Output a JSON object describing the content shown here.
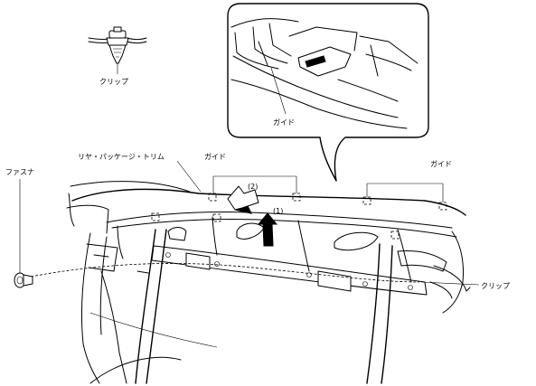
{
  "labels": {
    "clip_top": "クリップ",
    "guide_inset": "ガイド",
    "trim": "リヤ・パッケージ・トリム",
    "guide_left": "ガイド",
    "guide_right": "ガイド",
    "fastener": "ファスナ",
    "clip_right": "クリップ",
    "step2": "(2)",
    "step1": "(1)"
  }
}
